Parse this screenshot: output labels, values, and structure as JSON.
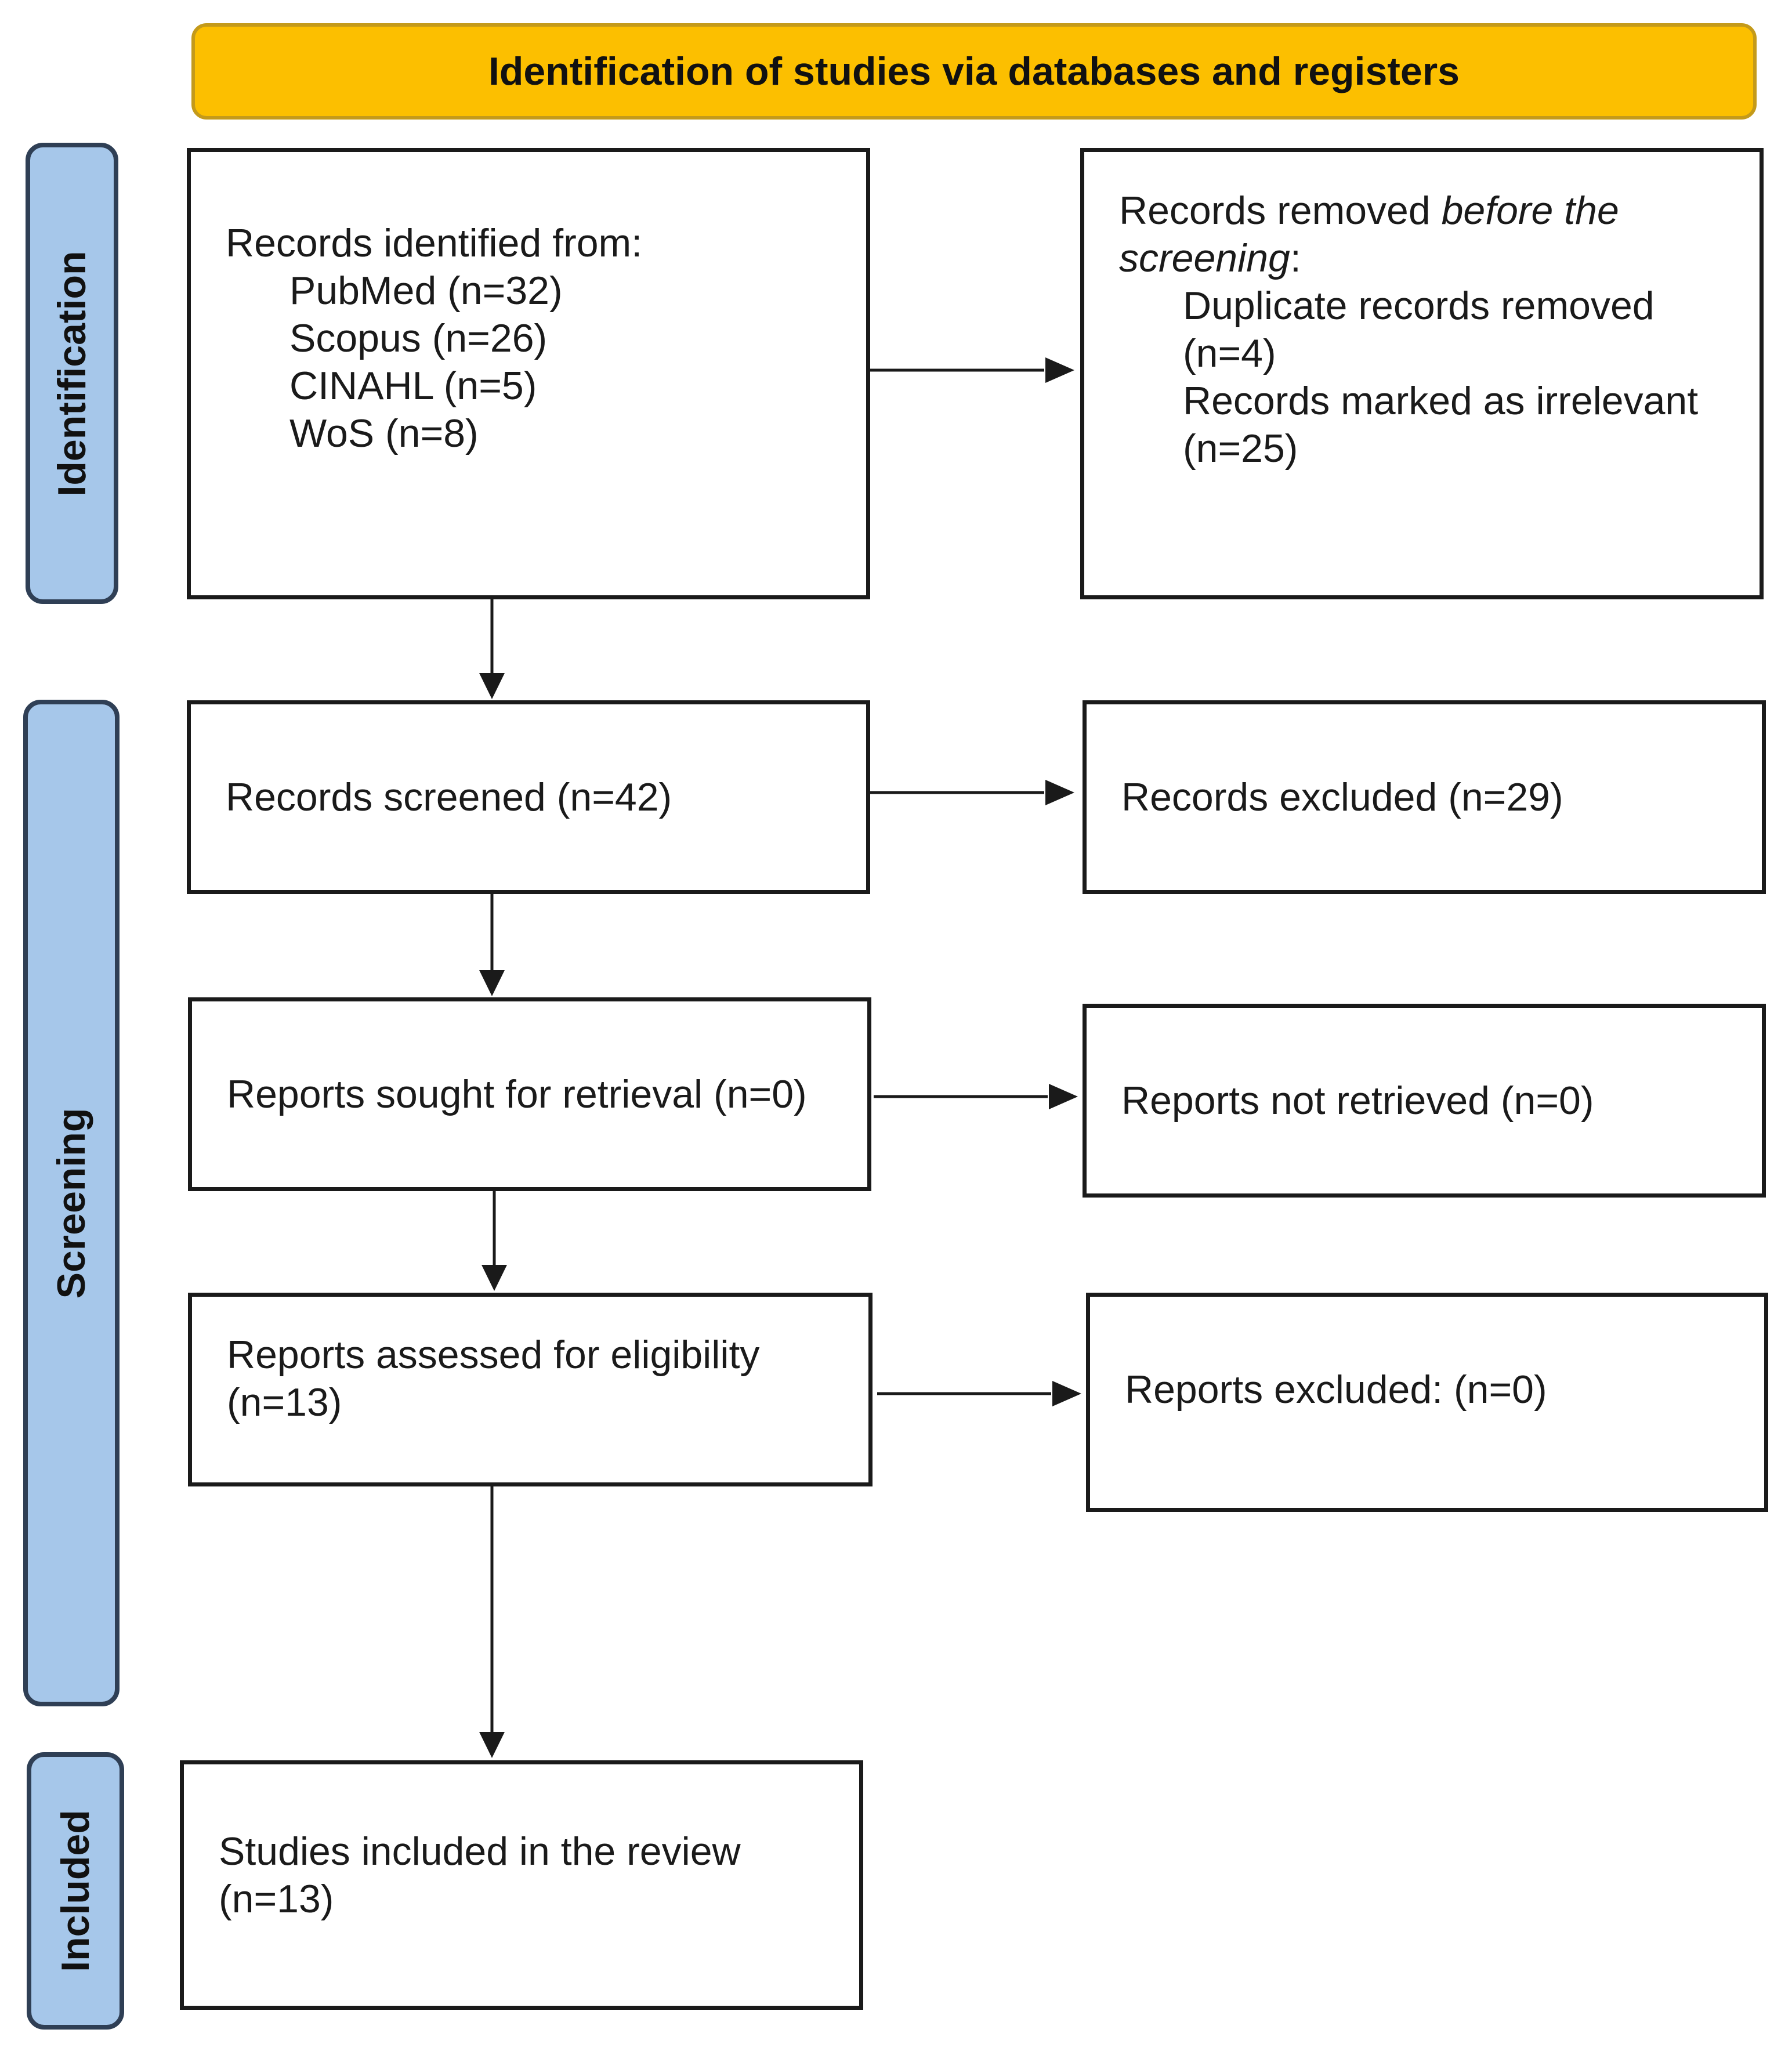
{
  "header": {
    "title": "Identification of studies via databases and registers"
  },
  "phases": {
    "identification": "Identification",
    "screening": "Screening",
    "included": "Included"
  },
  "identified": {
    "heading": "Records identified from:",
    "sources": [
      "PubMed (n=32)",
      "Scopus (n=26)",
      "CINAHL (n=5)",
      "WoS (n=8)"
    ]
  },
  "removed": {
    "heading_prefix": "Records removed ",
    "heading_italic_1": "before the",
    "heading_italic_2": "screening",
    "heading_suffix": ":",
    "duplicates_label": "Duplicate records removed",
    "duplicates_count": "(n=4)",
    "irrelevant_label": "Records marked as irrelevant",
    "irrelevant_count": "(n=25)"
  },
  "screened": {
    "text": "Records screened (n=42)"
  },
  "excluded_records": {
    "text": "Records excluded (n=29)"
  },
  "sought": {
    "text": "Reports sought for retrieval (n=0)"
  },
  "not_retrieved": {
    "text": "Reports not retrieved (n=0)"
  },
  "assessed": {
    "line1": "Reports assessed for eligibility",
    "line2": "(n=13)"
  },
  "reports_excluded": {
    "text": "Reports excluded: (n=0)"
  },
  "included_studies": {
    "line1": "Studies included in the review",
    "line2": "(n=13)"
  }
}
